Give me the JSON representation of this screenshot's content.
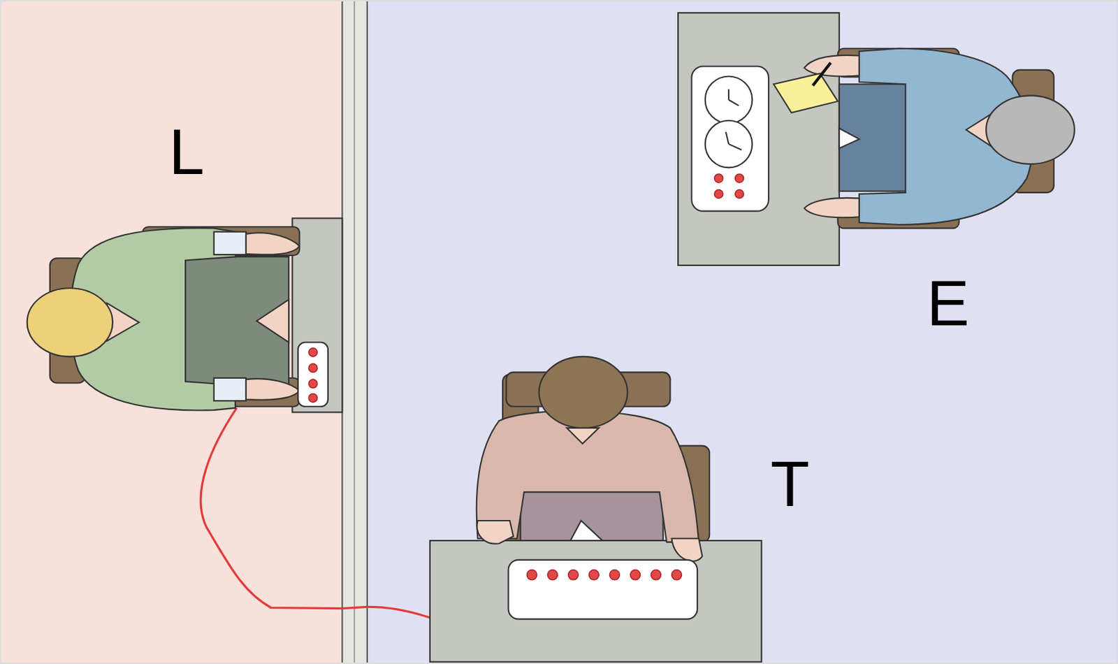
{
  "diagram": {
    "labels": [
      "L",
      "E",
      "T"
    ]
  }
}
